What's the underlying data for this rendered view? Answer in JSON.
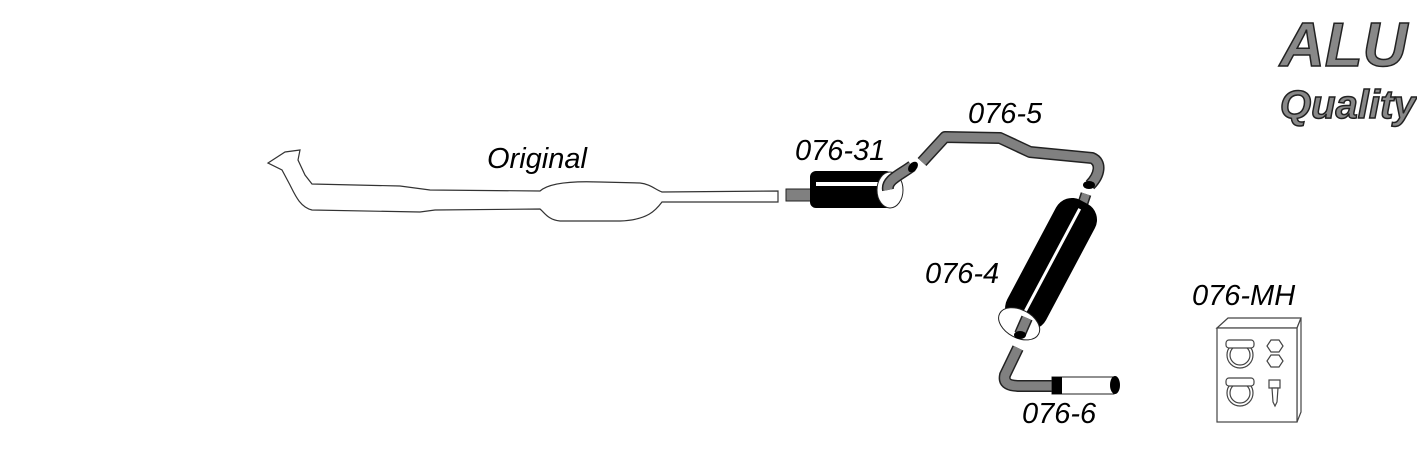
{
  "logo": {
    "line1": "ALU",
    "line2": "Quality"
  },
  "parts": [
    {
      "label": "Original"
    },
    {
      "label": "076-31"
    },
    {
      "label": "076-4"
    },
    {
      "label": "076-5"
    },
    {
      "label": "076-6"
    },
    {
      "label": "076-MH"
    }
  ],
  "colors": {
    "pipe": "#808080",
    "muffler": "#000000",
    "outline": "#333333"
  }
}
